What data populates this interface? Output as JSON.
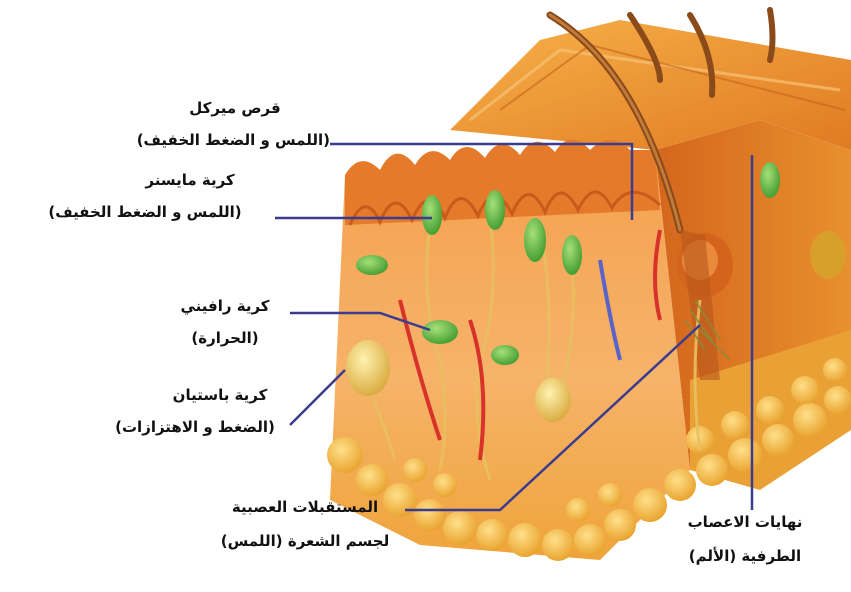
{
  "labels": {
    "merkel": {
      "name": "قرص ميركل",
      "function": "(اللمس و الضغط الخفيف)"
    },
    "meissner": {
      "name": "كرية مايسنر",
      "function": "(اللمس و الضغط الخفيف)"
    },
    "ruffini": {
      "name": "كرية رافيني",
      "function": "(الحرارة)"
    },
    "pacinian": {
      "name": "كرية باستيان",
      "function": "(الضغط و الاهتزازات)"
    },
    "hair_receptors": {
      "name": "المستقبلات العصبية",
      "function": "لجسم الشعرة (اللمس)"
    },
    "free_nerve_endings": {
      "name": "نهايات الاعصاب",
      "function": "الطرفية (الألم)"
    }
  },
  "colors": {
    "leader_line": "#3b3b8f",
    "epidermis": "#e8862a",
    "dermis": "#f2a25a",
    "fat": "#f0b03a",
    "receptor": "#4caf3c",
    "pacinian": "#e8c35a"
  }
}
